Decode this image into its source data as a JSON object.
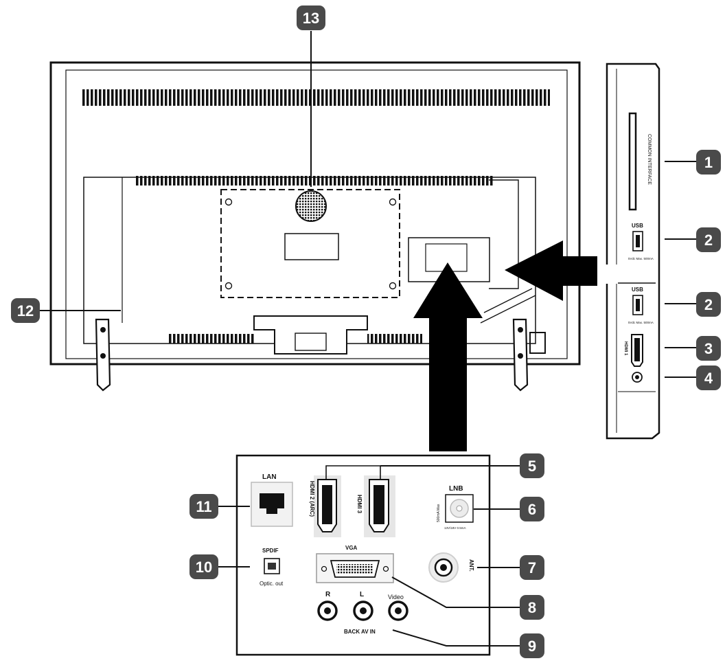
{
  "callouts": [
    {
      "id": "1",
      "label": "1"
    },
    {
      "id": "2a",
      "label": "2"
    },
    {
      "id": "2b",
      "label": "2"
    },
    {
      "id": "3",
      "label": "3"
    },
    {
      "id": "4",
      "label": "4"
    },
    {
      "id": "5",
      "label": "5"
    },
    {
      "id": "6",
      "label": "6"
    },
    {
      "id": "7",
      "label": "7"
    },
    {
      "id": "8",
      "label": "8"
    },
    {
      "id": "9",
      "label": "9"
    },
    {
      "id": "10",
      "label": "10"
    },
    {
      "id": "11",
      "label": "11"
    },
    {
      "id": "12",
      "label": "12"
    },
    {
      "id": "13",
      "label": "13"
    }
  ],
  "side_panel": {
    "ci_slot": "COMMON INTERFACE",
    "usb_top": "USB",
    "usb_top_spec": "5Vdc Max. 500mA",
    "usb_bottom": "USB",
    "usb_bottom_spec": "5Vdc Max. 500mA",
    "hdmi1": "HDMI 1"
  },
  "back_panel": {
    "lan": "LAN",
    "hdmi2": "HDMI 2 (ARC)",
    "hdmi3": "HDMI 3",
    "lnb": "LNB",
    "lnb_spec_left": "500mA Max",
    "lnb_spec_bottom": "13V/18V 0.5mA",
    "vga": "VGA",
    "spdif": "SPDIF",
    "optic_out": "Optic. out",
    "ant": "ANT.",
    "r": "R",
    "l": "L",
    "video": "Video",
    "back_av_in": "BACK AV IN"
  },
  "colors": {
    "badge": "#4a4a4a",
    "line": "#111111",
    "arrow": "#000000"
  }
}
